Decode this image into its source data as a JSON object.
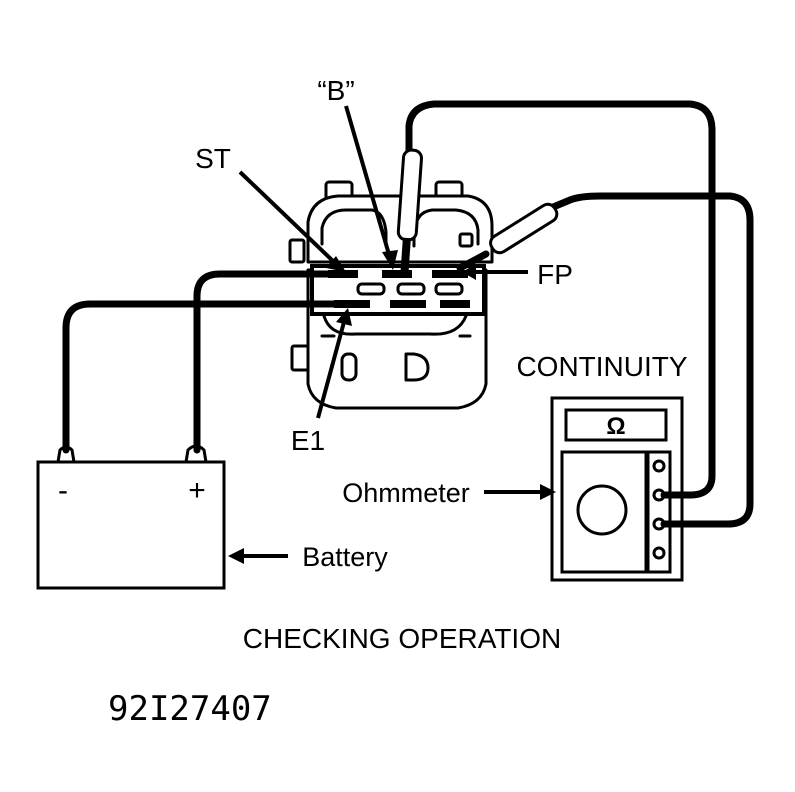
{
  "labels": {
    "b_terminal": "“B”",
    "st_terminal": "ST",
    "fp_terminal": "FP",
    "e1_terminal": "E1",
    "continuity": "CONTINUITY",
    "ohmmeter": "Ohmmeter",
    "battery": "Battery",
    "battery_minus": "-",
    "battery_plus": "+",
    "ohm_symbol": "Ω"
  },
  "caption": "CHECKING OPERATION",
  "figure_id": "92I27407"
}
